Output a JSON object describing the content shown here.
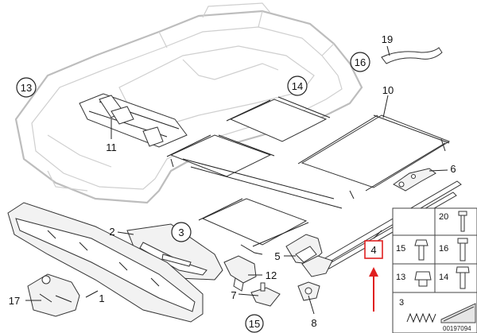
{
  "callouts": {
    "p1": "1",
    "p2": "2",
    "p3": "3",
    "p4": "4",
    "p5": "5",
    "p6": "6",
    "p7": "7",
    "p8": "8",
    "p10": "10",
    "p11": "11",
    "p12": "12",
    "p13": "13",
    "p14": "14",
    "p15": "15",
    "p16": "16",
    "p17": "17",
    "p19": "19"
  },
  "grid": {
    "c20": "20",
    "c15": "15",
    "c16": "16",
    "c13": "13",
    "c14": "14",
    "c3": "3"
  },
  "highlight": {
    "color": "#e02020",
    "part": "4"
  },
  "reference_number": "00197094"
}
